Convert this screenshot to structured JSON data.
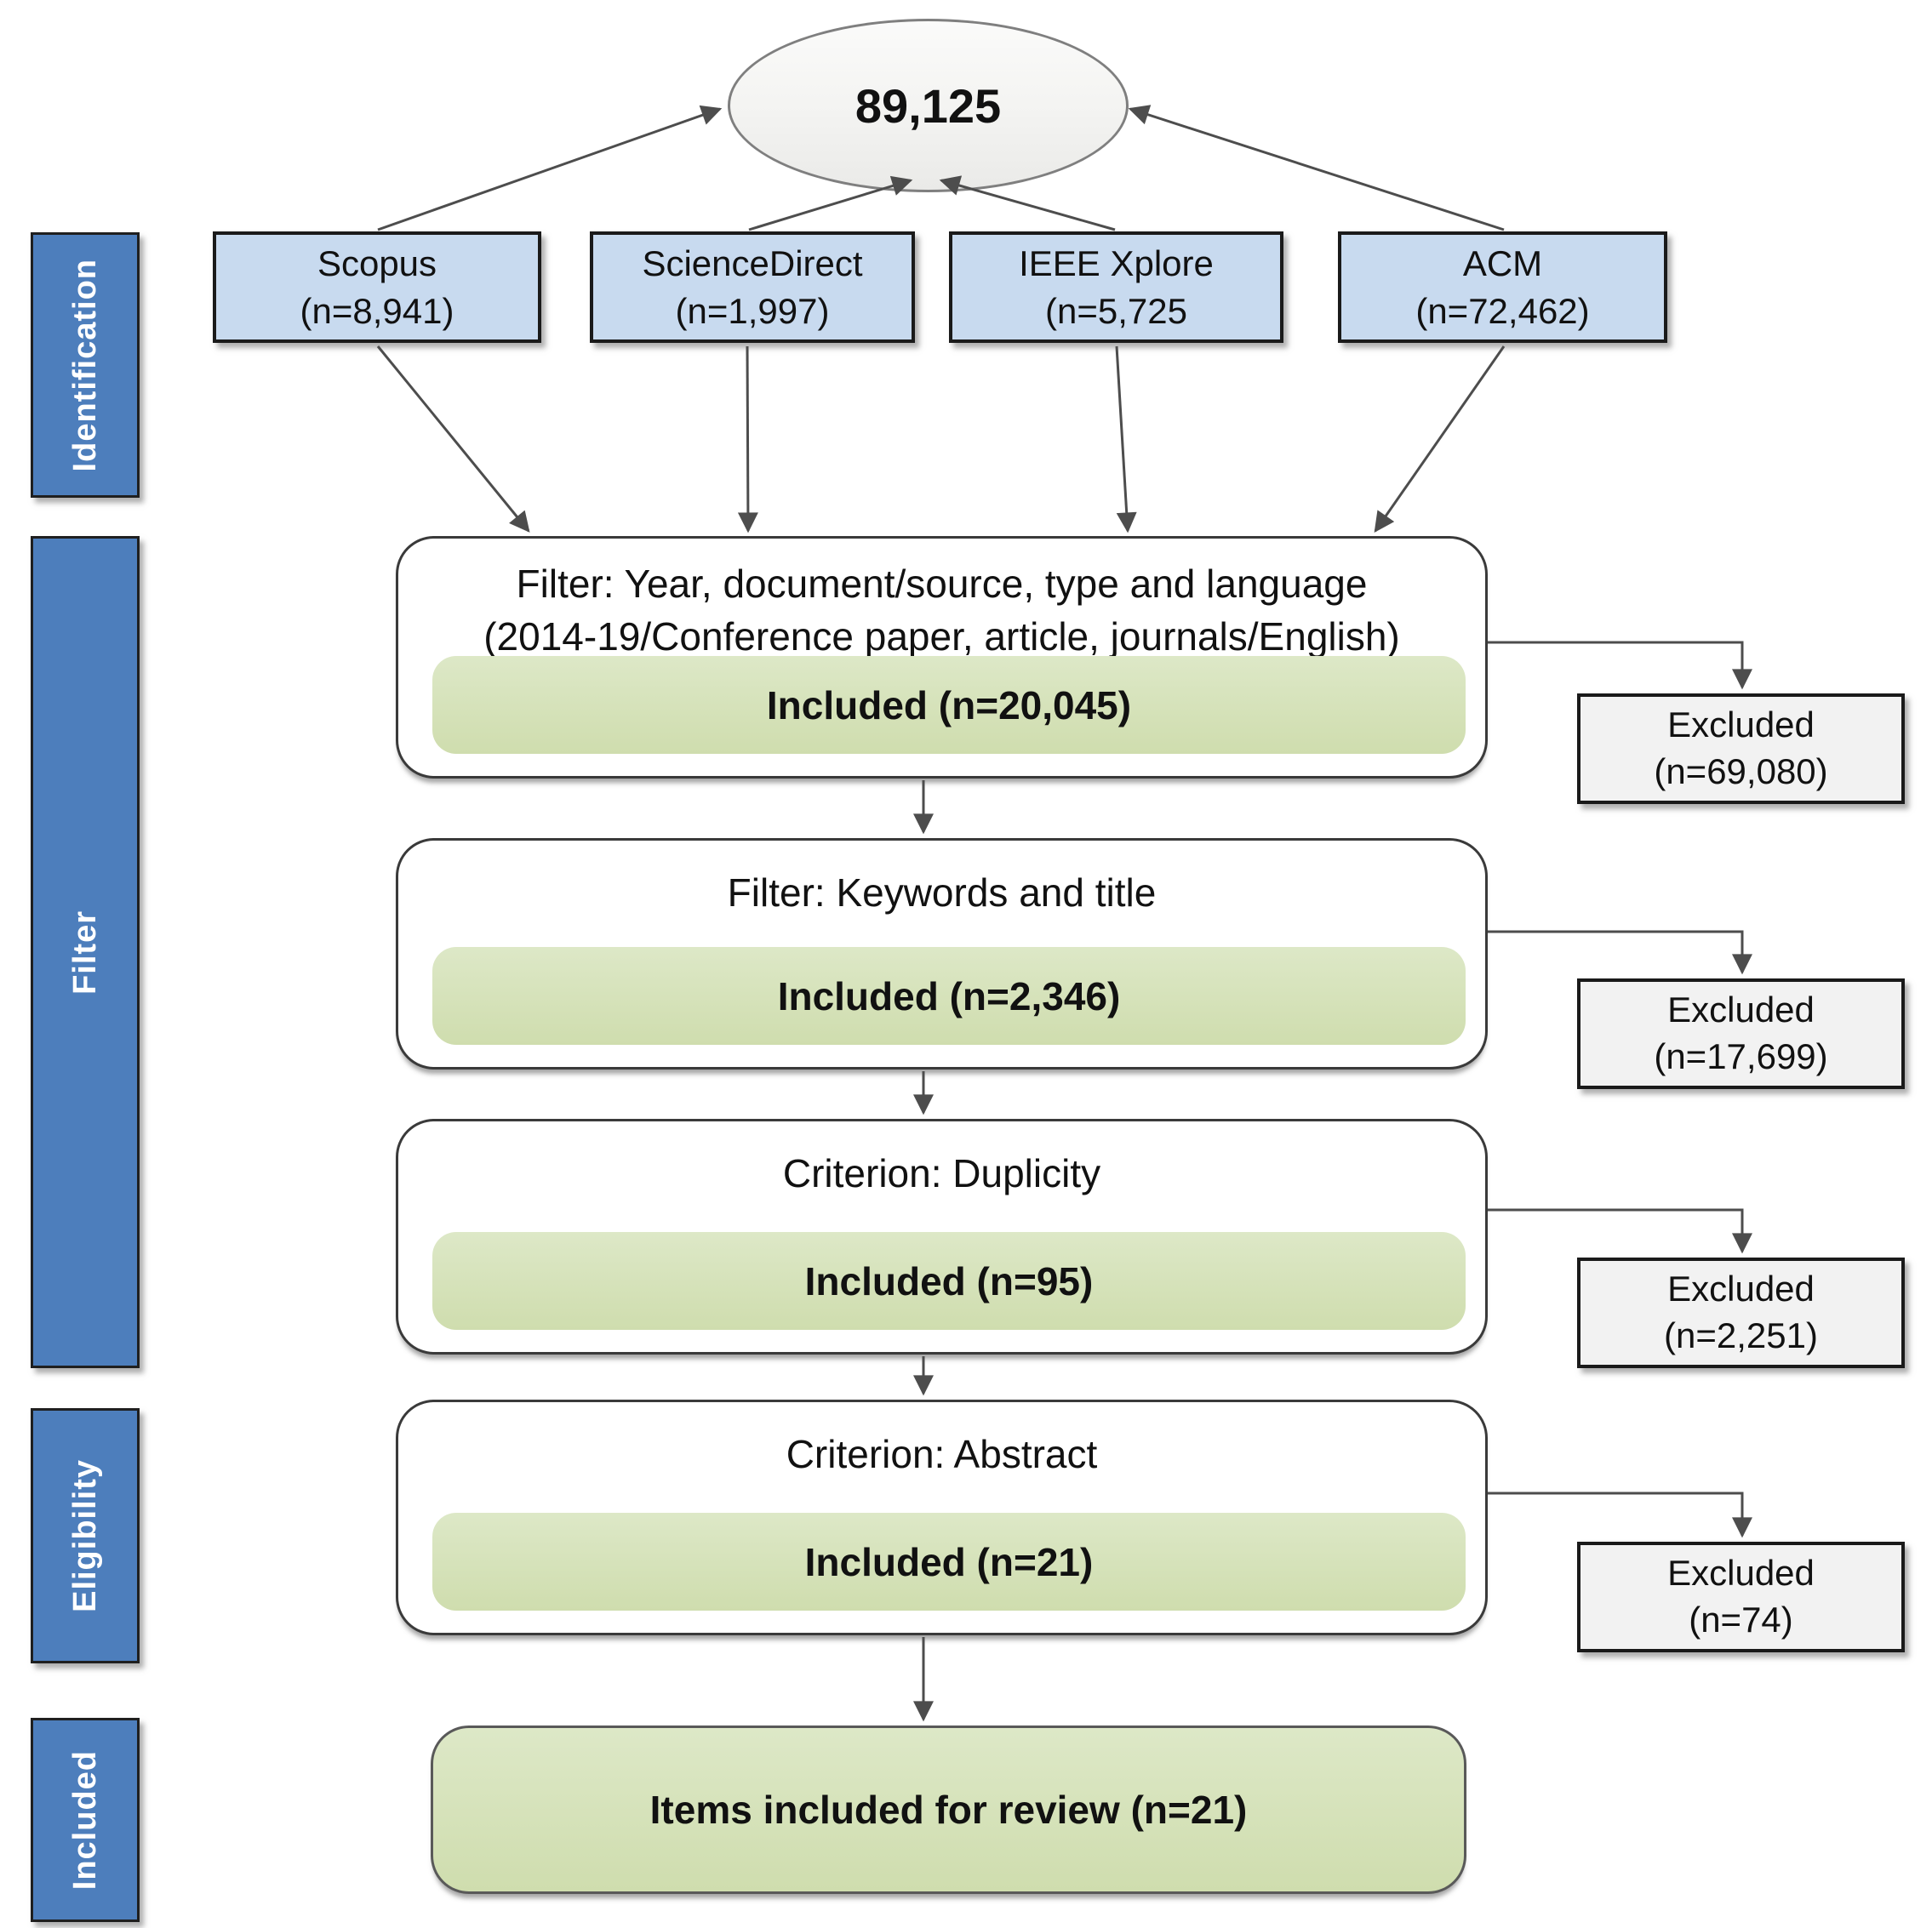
{
  "diagram": {
    "title_semantic": "Systematic review PRISMA-style selection flow",
    "total": {
      "label": "89,125"
    },
    "sources": [
      {
        "name": "Scopus",
        "count": "(n=8,941)"
      },
      {
        "name": "ScienceDirect",
        "count": "(n=1,997)"
      },
      {
        "name": "IEEE Xplore",
        "count": "(n=5,725"
      },
      {
        "name": "ACM",
        "count": "(n=72,462)"
      }
    ],
    "phases": [
      {
        "label": "Identification"
      },
      {
        "label": "Filter"
      },
      {
        "label": "Eligibility"
      },
      {
        "label": "Included"
      }
    ],
    "stages": [
      {
        "title_line1": "Filter: Year, document/source, type and language",
        "title_line2": "(2014-19/Conference paper, article, journals/English)",
        "included": "Included (n=20,045)",
        "excluded_line1": "Excluded",
        "excluded_line2": "(n=69,080)"
      },
      {
        "title_line1": "Filter: Keywords and title",
        "included": "Included (n=2,346)",
        "excluded_line1": "Excluded",
        "excluded_line2": "(n=17,699)"
      },
      {
        "title_line1": "Criterion: Duplicity",
        "included": "Included (n=95)",
        "excluded_line1": "Excluded",
        "excluded_line2": "(n=2,251)"
      },
      {
        "title_line1": "Criterion: Abstract",
        "included": "Included (n=21)",
        "excluded_line1": "Excluded",
        "excluded_line2": "(n=74)"
      }
    ],
    "final": {
      "label": "Items included for review (n=21)"
    },
    "colors": {
      "phase_blue": "#4d7ebc",
      "source_blue": "#c8daef",
      "included_green": "#d6e2ba",
      "excluded_gray": "#f2f2f2",
      "arrow_gray": "#4d4d4d"
    }
  }
}
